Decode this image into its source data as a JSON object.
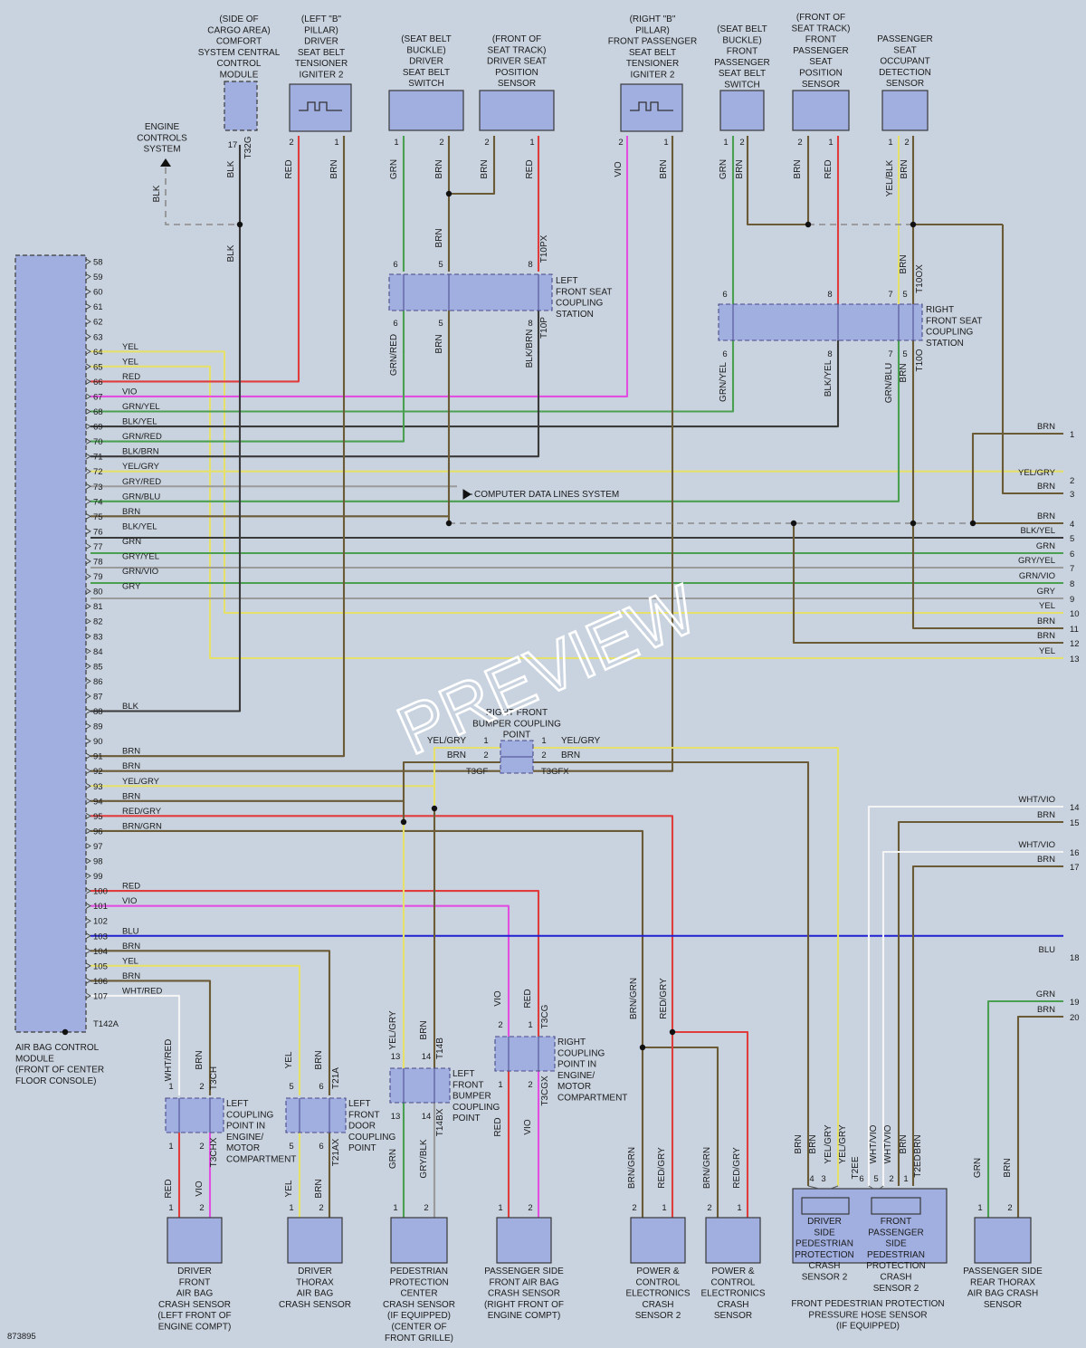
{
  "colors": {
    "background": "#c9d3df",
    "component_fill": "#a0aee0",
    "YEL": "#e5e06a",
    "RED": "#e03c3c",
    "VIO": "#e24fe0",
    "GRN": "#4aa050",
    "BRN": "#6b5a36",
    "BLK": "#3a3a3a",
    "GRY": "#9a9a9a",
    "BLU": "#2020d0",
    "WHT": "#f4f4f4",
    "dash": "#8a8a8a"
  },
  "figure_id": "873895",
  "watermark": "PREVIEW",
  "left_pin_numbers": [
    "58",
    "59",
    "60",
    "61",
    "62",
    "63",
    "64",
    "65",
    "66",
    "67",
    "68",
    "69",
    "70",
    "71",
    "72",
    "73",
    "74",
    "75",
    "76",
    "77",
    "78",
    "79",
    "80",
    "81",
    "82",
    "83",
    "84",
    "85",
    "86",
    "87",
    "88",
    "89",
    "90",
    "91",
    "92",
    "93",
    "94",
    "95",
    "96",
    "97",
    "98",
    "99",
    "100",
    "101",
    "102",
    "103",
    "104",
    "105",
    "106",
    "107"
  ],
  "left_wire_colors": [
    "",
    "",
    "",
    "",
    "",
    "",
    "YEL",
    "YEL",
    "RED",
    "VIO",
    "GRN/YEL",
    "BLK/YEL",
    "GRN/RED",
    "BLK/BRN",
    "YEL/GRY",
    "GRY/RED",
    "GRN/BLU",
    "BRN",
    "BLK/YEL",
    "GRN",
    "GRY/YEL",
    "GRN/VIO",
    "GRY",
    "",
    "",
    "",
    "",
    "",
    "",
    "",
    "BLK",
    "",
    "",
    "BRN",
    "BRN",
    "YEL/GRY",
    "BRN",
    "RED/GRY",
    "BRN/GRN",
    "",
    "",
    "",
    "RED",
    "VIO",
    "",
    "BLU",
    "BRN",
    "YEL",
    "BRN",
    "WHT/RED"
  ],
  "left_connector": "T142A",
  "right_terminals": [
    "1",
    "2",
    "3",
    "4",
    "5",
    "6",
    "7",
    "8",
    "9",
    "10",
    "11",
    "12",
    "13",
    "14",
    "15",
    "16",
    "17",
    "18",
    "19",
    "20"
  ],
  "right_wire_colors": [
    "BRN",
    "YEL/GRY",
    "BRN",
    "BRN",
    "BLK/YEL",
    "GRN",
    "GRY/YEL",
    "GRN/VIO",
    "GRY",
    "YEL",
    "BRN",
    "BRN",
    "YEL",
    "WHT/VIO",
    "BRN",
    "WHT/VIO",
    "BRN",
    "BLU",
    "GRN",
    "BRN"
  ],
  "engine_controls": [
    "ENGINE",
    "CONTROLS",
    "SYSTEM"
  ],
  "computer_data_lines": "COMPUTER DATA LINES SYSTEM",
  "left_module_label": [
    "AIR BAG CONTROL",
    "MODULE",
    "(FRONT OF CENTER",
    "FLOOR CONSOLE)"
  ],
  "top_components": [
    {
      "lines": [
        "(SIDE OF",
        "CARGO AREA)",
        "COMFORT",
        "SYSTEM CENTRAL",
        "CONTROL",
        "MODULE"
      ]
    },
    {
      "lines": [
        "(LEFT \"B\"",
        "PILLAR)",
        "DRIVER",
        "SEAT BELT",
        "TENSIONER",
        "IGNITER 2"
      ]
    },
    {
      "lines": [
        "(SEAT BELT",
        "BUCKLE)",
        "DRIVER",
        "SEAT BELT",
        "SWITCH"
      ]
    },
    {
      "lines": [
        "(FRONT OF",
        "SEAT TRACK)",
        "DRIVER SEAT",
        "POSITION",
        "SENSOR"
      ]
    },
    {
      "lines": [
        "(RIGHT \"B\"",
        "PILLAR)",
        "FRONT PASSENGER",
        "SEAT BELT",
        "TENSIONER",
        "IGNITER 2"
      ]
    },
    {
      "lines": [
        "(SEAT BELT",
        "BUCKLE)",
        "FRONT",
        "PASSENGER",
        "SEAT BELT",
        "SWITCH"
      ]
    },
    {
      "lines": [
        "(FRONT OF",
        "SEAT TRACK)",
        "FRONT",
        "PASSENGER",
        "SEAT",
        "POSITION",
        "SENSOR"
      ]
    },
    {
      "lines": [
        "PASSENGER",
        "SEAT",
        "OCCUPANT",
        "DETECTION",
        "SENSOR"
      ]
    }
  ],
  "top_pins": {
    "comfort": [
      "17",
      "T32G"
    ],
    "driver_tensioner": [
      "2",
      "1"
    ],
    "driver_switch": [
      "1",
      "2"
    ],
    "driver_position": [
      "2",
      "1"
    ],
    "pass_tensioner": [
      "2",
      "1"
    ],
    "pass_switch": [
      "1",
      "2"
    ],
    "pass_position": [
      "2",
      "1"
    ],
    "occupant": [
      "1",
      "2"
    ]
  },
  "top_wire_colors": {
    "comfort": "BLK",
    "comfort_branch": "BLK",
    "comfort_down": "BLK",
    "driver_tensioner": [
      "RED",
      "BRN"
    ],
    "driver_switch": [
      "GRN",
      "BRN"
    ],
    "driver_position": [
      "BRN",
      "RED"
    ],
    "pass_tensioner": [
      "VIO",
      "BRN"
    ],
    "pass_switch": [
      "GRN",
      "BRN"
    ],
    "pass_position": [
      "BRN",
      "RED"
    ],
    "occupant": [
      "YEL/BLK",
      "BRN"
    ]
  },
  "left_seat_station": {
    "lines": [
      "LEFT",
      "FRONT SEAT",
      "COUPLING",
      "STATION"
    ],
    "top_pins": [
      "6",
      "5",
      "8"
    ],
    "top_connector": "T10PX",
    "bottom_pins": [
      "6",
      "5",
      "8"
    ],
    "bottom_connector": "T10P",
    "above_colors": [
      "BRN"
    ],
    "below_colors": [
      "GRN/RED",
      "BRN",
      "BLK/BRN"
    ]
  },
  "right_seat_station": {
    "lines": [
      "RIGHT",
      "FRONT SEAT",
      "COUPLING",
      "STATION"
    ],
    "top_pins": [
      "6",
      "8",
      "7",
      "5"
    ],
    "top_connector": "T10OX",
    "bottom_pins": [
      "6",
      "8",
      "7",
      "5"
    ],
    "bottom_connector": "T10O",
    "above_colors": [
      "BRN"
    ],
    "below_colors": [
      "GRN/YEL",
      "BLK/YEL",
      "GRN/BLU",
      "BRN"
    ]
  },
  "right_bumper_point": {
    "lines": [
      "RIGHT FRONT",
      "BUMPER COUPLING",
      "POINT"
    ],
    "left_colors": [
      "YEL/GRY",
      "BRN"
    ],
    "right_colors": [
      "YEL/GRY",
      "BRN"
    ],
    "left_pins": [
      "1",
      "2"
    ],
    "right_pins": [
      "1",
      "2"
    ],
    "left_connector": "T3GF",
    "right_connector": "T3GFX"
  },
  "bottom_couplings": [
    {
      "lines": [
        "LEFT",
        "COUPLING",
        "POINT IN",
        "ENGINE/",
        "MOTOR",
        "COMPARTMENT"
      ],
      "top_colors": [
        "WHT/RED",
        "BRN"
      ],
      "bottom_colors": [
        "RED",
        "VIO"
      ],
      "top_pins": [
        "1",
        "2"
      ],
      "bottom_pins": [
        "1",
        "2"
      ],
      "top_connector": "T3CH",
      "bottom_connector": "T3CHX"
    },
    {
      "lines": [
        "LEFT",
        "FRONT",
        "DOOR",
        "COUPLING",
        "POINT"
      ],
      "top_colors": [
        "YEL",
        "BRN"
      ],
      "bottom_colors": [
        "YEL",
        "BRN"
      ],
      "top_pins": [
        "5",
        "6"
      ],
      "bottom_pins": [
        "5",
        "6"
      ],
      "top_connector": "T21A",
      "bottom_connector": "T21AX"
    },
    {
      "lines": [
        "LEFT",
        "FRONT",
        "BUMPER",
        "COUPLING",
        "POINT"
      ],
      "top_colors": [
        "YEL/GRY",
        "BRN"
      ],
      "bottom_colors": [
        "GRN",
        "GRY/BLK"
      ],
      "top_pins": [
        "13",
        "14"
      ],
      "bottom_pins": [
        "13",
        "14"
      ],
      "top_connector": "T14B",
      "bottom_connector": "T14BX"
    },
    {
      "lines": [
        "RIGHT",
        "COUPLING",
        "POINT IN",
        "ENGINE/",
        "MOTOR",
        "COMPARTMENT"
      ],
      "top_colors": [
        "VIO",
        "RED"
      ],
      "bottom_colors": [
        "RED",
        "VIO"
      ],
      "top_pins": [
        "2",
        "1"
      ],
      "bottom_pins": [
        "1",
        "2"
      ],
      "top_connector": "T3CG",
      "bottom_connector": "T3CGX"
    }
  ],
  "bottom_components": [
    {
      "lines": [
        "DRIVER",
        "FRONT",
        "AIR BAG",
        "CRASH SENSOR",
        "(LEFT FRONT OF",
        "ENGINE COMPT)"
      ],
      "pins": [
        "1",
        "2"
      ]
    },
    {
      "lines": [
        "DRIVER",
        "THORAX",
        "AIR BAG",
        "CRASH SENSOR"
      ],
      "pins": [
        "1",
        "2"
      ]
    },
    {
      "lines": [
        "PEDESTRIAN",
        "PROTECTION",
        "CENTER",
        "CRASH SENSOR",
        "(IF EQUIPPED)",
        "(CENTER OF",
        "FRONT GRILLE)"
      ],
      "pins": [
        "1",
        "2"
      ]
    },
    {
      "lines": [
        "PASSENGER SIDE",
        "FRONT AIR BAG",
        "CRASH SENSOR",
        "(RIGHT FRONT OF",
        "ENGINE COMPT)"
      ],
      "pins": [
        "1",
        "2"
      ]
    },
    {
      "lines": [
        "POWER &",
        "CONTROL",
        "ELECTRONICS",
        "CRASH",
        "SENSOR 2"
      ],
      "pins": [
        "2",
        "1"
      ],
      "colors": [
        "BRN/GRN",
        "RED/GRY"
      ]
    },
    {
      "lines": [
        "POWER &",
        "CONTROL",
        "ELECTRONICS",
        "CRASH",
        "SENSOR"
      ],
      "pins": [
        "2",
        "1"
      ],
      "colors": [
        "BRN/GRN",
        "RED/GRY"
      ]
    },
    {
      "lines": [
        "PASSENGER SIDE",
        "REAR THORAX",
        "AIR BAG CRASH",
        "SENSOR"
      ],
      "pins": [
        "1",
        "2"
      ],
      "colors": [
        "GRN",
        "BRN"
      ]
    }
  ],
  "vertical_wire_colors": {
    "pcecs_upper": [
      "BRN/GRN",
      "RED/GRY"
    ]
  },
  "pressure_hose": {
    "title": [
      "FRONT PEDESTRIAN PROTECTION",
      "PRESSURE HOSE SENSOR",
      "(IF EQUIPPED)"
    ],
    "driver_box": [
      "DRIVER",
      "SIDE",
      "PEDESTRIAN",
      "PROTECTION",
      "CRASH",
      "SENSOR 2"
    ],
    "pass_box": [
      "FRONT",
      "PASSENGER",
      "SIDE",
      "PEDESTRIAN",
      "PROTECTION",
      "CRASH",
      "SENSOR 2"
    ],
    "wire_colors": [
      "BRN",
      "BRN",
      "YEL/GRY",
      "YEL/GRY",
      "WHT/VIO",
      "WHT/VIO",
      "BRN",
      "BRN"
    ],
    "pins": [
      "4",
      "3",
      "6",
      "5",
      "2",
      "1"
    ],
    "connector": "T2EE",
    "connector2": "T2ED"
  }
}
